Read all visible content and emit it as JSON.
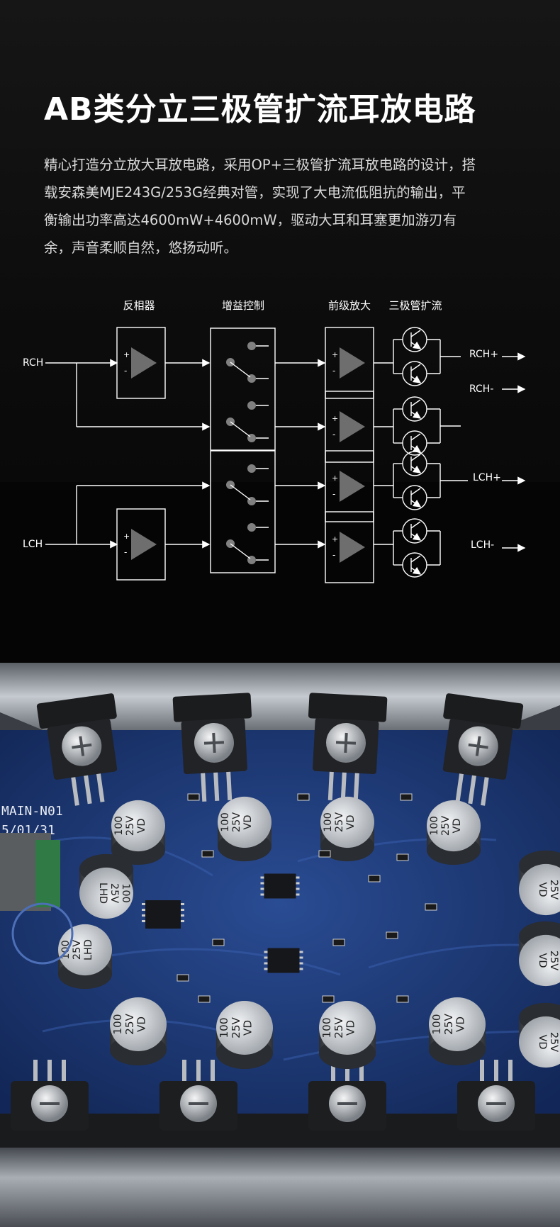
{
  "headline": "AB类分立三极管扩流耳放电路",
  "description": [
    "精心打造分立放大耳放电路，采用OP+三极管扩流耳放电路的设计，搭",
    "载安森美MJE243G/253G经典对管，实现了大电流低阻抗的输出，平",
    "衡输出功率高达4600mW+4600mW，驱动大耳和耳塞更加游刃有",
    "余，声音柔顺自然，悠扬动听。"
  ],
  "diagram": {
    "headers": {
      "inverter": "反相器",
      "gain": "增益控制",
      "preamp": "前级放大",
      "transistor": "三极管扩流"
    },
    "inputs": {
      "right": "RCH",
      "left": "LCH"
    },
    "outputs": {
      "rch_plus": "RCH+",
      "rch_minus": "RCH-",
      "lch_plus": "LCH+",
      "lch_minus": "LCH-"
    },
    "opamp_plus": "+",
    "opamp_minus": "-"
  },
  "board": {
    "silkscreen": [
      "MAIN-N01",
      "5/01/31"
    ],
    "cap_labels": [
      "100",
      "25V",
      "VD",
      "LHD"
    ]
  },
  "colors": {
    "background": "#000000",
    "headline": "#ffffff",
    "body_text": "#d9d9d9",
    "diagram_line": "#ffffff",
    "opamp_fill": "#6e6e6e",
    "switch_dot": "#808080",
    "pcb_blue": "#1d3a7a",
    "chassis": "#9aa0a6"
  }
}
